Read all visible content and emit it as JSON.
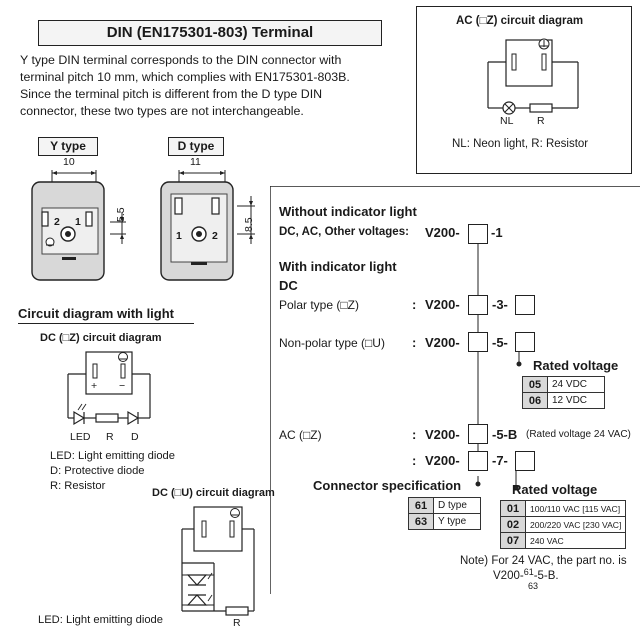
{
  "title": "DIN (EN175301-803) Terminal",
  "intro": [
    "Y type DIN terminal corresponds to the DIN connector with",
    "terminal pitch 10 mm, which complies with EN175301-803B.",
    "Since the terminal pitch is different from the D type DIN",
    "connector, these two types are not interchangeable."
  ],
  "y_type": {
    "label": "Y type",
    "dim_width": "10",
    "dim_height": "5.5",
    "pin1": "1",
    "pin2": "2"
  },
  "d_type": {
    "label": "D type",
    "dim_width": "11",
    "dim_height": "8.5",
    "pin1": "1",
    "pin2": "2"
  },
  "ac_diagram": {
    "title": "AC (□Z) circuit diagram",
    "nl": "NL",
    "r": "R",
    "legend": "NL: Neon light, R: Resistor"
  },
  "circuit_with_light": {
    "heading": "Circuit diagram with light",
    "dc_z": {
      "title": "DC (□Z) circuit diagram",
      "plus": "+",
      "minus": "−",
      "led": "LED",
      "r": "R",
      "d": "D",
      "legend": [
        "LED: Light emitting diode",
        "D: Protective diode",
        "R: Resistor"
      ]
    },
    "dc_u": {
      "title": "DC (□U) circuit diagram",
      "r": "R",
      "legend": "LED: Light emitting diode"
    }
  },
  "ordering": {
    "without_indicator": "Without indicator light",
    "without_line_label": "DC, AC, Other voltages:",
    "without_prefix": "V200-",
    "without_suffix": "-1",
    "with_indicator": "With indicator light",
    "dc_label": "DC",
    "polar_label": "Polar type (□Z)",
    "polar_colon": ":",
    "polar_prefix": "V200-",
    "polar_suffix": "-3-",
    "nonpolar_label": "Non-polar type (□U)",
    "nonpolar_colon": ":",
    "nonpolar_prefix": "V200-",
    "nonpolar_suffix": "-5-",
    "rated_voltage_dc_title": "Rated voltage",
    "rated_voltage_dc": [
      {
        "code": "05",
        "value": "24 VDC"
      },
      {
        "code": "06",
        "value": "12 VDC"
      }
    ],
    "ac_label": "AC (□Z)",
    "ac_colon": ":",
    "ac_prefix": "V200-",
    "ac_suffix": "-5-B",
    "ac_note": "(Rated voltage 24 VAC)",
    "ac2_colon": ":",
    "ac2_prefix": "V200-",
    "ac2_suffix": "-7-",
    "connector_spec_title": "Connector specification",
    "connector_spec": [
      {
        "code": "61",
        "value": "D type"
      },
      {
        "code": "63",
        "value": "Y type"
      }
    ],
    "rated_voltage_ac_title": "Rated voltage",
    "rated_voltage_ac": [
      {
        "code": "01",
        "value": "100/110 VAC [115 VAC]"
      },
      {
        "code": "02",
        "value": "200/220 VAC [230 VAC]"
      },
      {
        "code": "07",
        "value": "240 VAC"
      }
    ],
    "note_line1": "Note) For 24 VAC, the part no. is",
    "note_line2_pre": "V200-",
    "note_line2_sup": "61",
    "note_line2_post": "-5-B.",
    "note_line2_sub": "63"
  }
}
